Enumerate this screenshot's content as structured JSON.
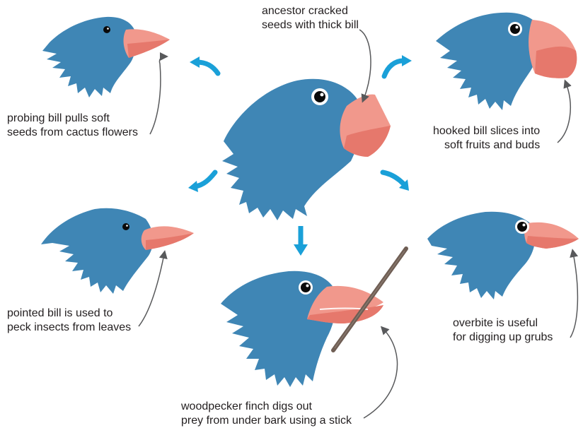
{
  "colors": {
    "plumage": "#3f86b5",
    "beak": "#f1988c",
    "beak_dark": "#e6786c",
    "arrow": "#1aa0d8",
    "eye": "#0a0a0a",
    "stick": "#6f5e54",
    "pointer_line": "#58595b",
    "text": "#231f20"
  },
  "captions": {
    "ancestor": [
      "ancestor cracked",
      "seeds with thick bill"
    ],
    "probing": [
      "probing bill pulls soft",
      "seeds from cactus flowers"
    ],
    "hooked": [
      "hooked bill slices into",
      "soft fruits and buds"
    ],
    "pointed": [
      "pointed bill is used to",
      "peck insects from leaves"
    ],
    "overbite": [
      "overbite is useful",
      "for digging up grubs"
    ],
    "woodpecker": [
      "woodpecker finch digs out",
      "prey from under bark using a stick"
    ]
  },
  "icons": [
    "finch-head-icon",
    "curved-arrow-icon",
    "straight-arrow-icon",
    "stick-icon",
    "pointer-line-icon"
  ]
}
